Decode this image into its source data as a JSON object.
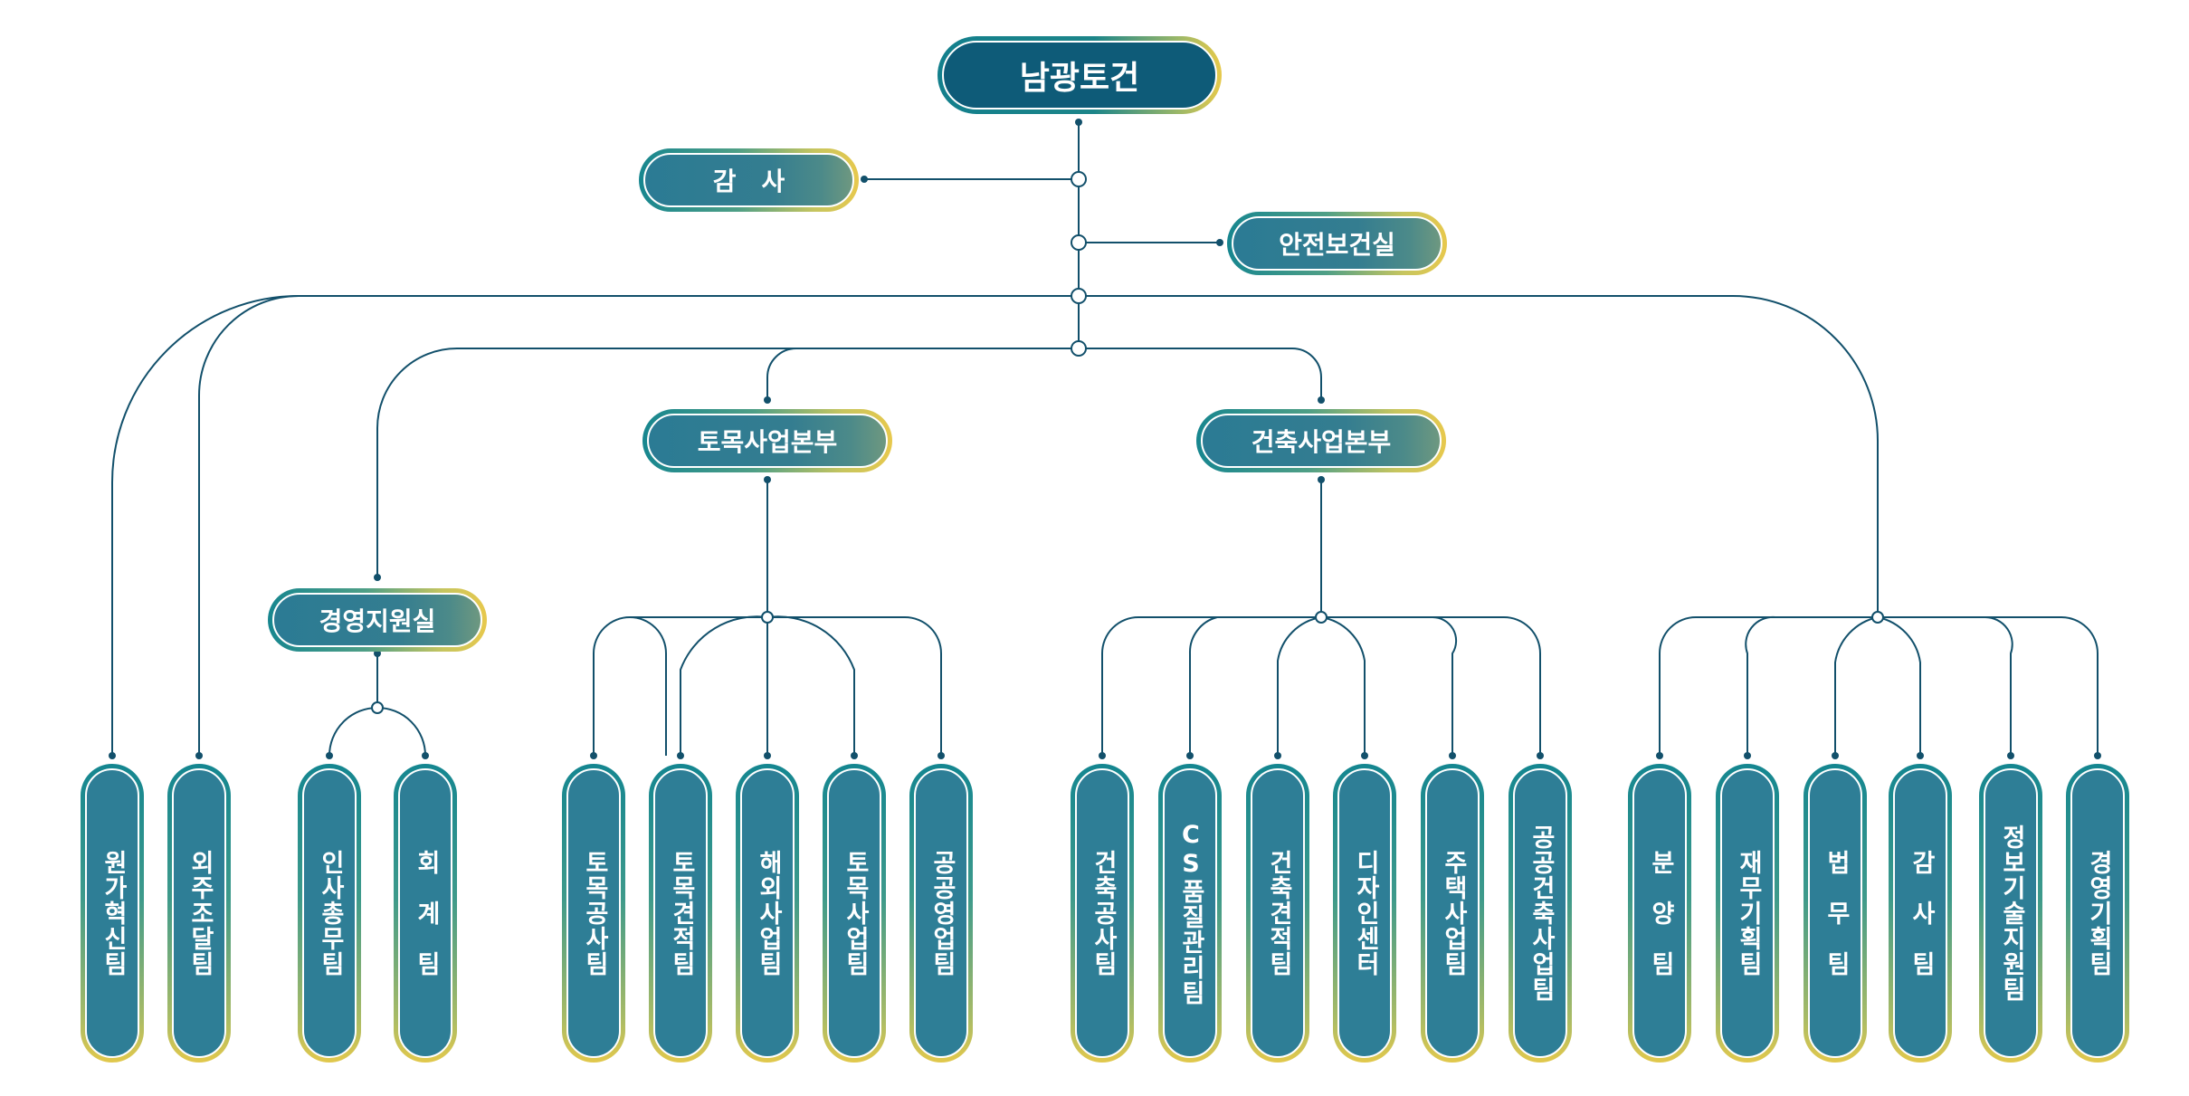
{
  "root": {
    "label": "남광토건"
  },
  "audit": {
    "label": "감　사"
  },
  "safety": {
    "label": "안전보건실"
  },
  "divisions": {
    "management": {
      "label": "경영지원실"
    },
    "civil": {
      "label": "토목사업본부"
    },
    "architecture": {
      "label": "건축사업본부"
    }
  },
  "teams": [
    {
      "id": "cost-innovation",
      "label": "원가혁신팀"
    },
    {
      "id": "outsourcing",
      "label": "외주조달팀"
    },
    {
      "id": "hr-general",
      "label": "인사총무팀"
    },
    {
      "id": "accounting",
      "label": "회　계　팀"
    },
    {
      "id": "civil-construction",
      "label": "토목공사팀"
    },
    {
      "id": "civil-estimate",
      "label": "토목견적팀"
    },
    {
      "id": "overseas",
      "label": "해외사업팀"
    },
    {
      "id": "civil-business",
      "label": "토목사업팀"
    },
    {
      "id": "public-sales",
      "label": "공공영업팀"
    },
    {
      "id": "arch-construction",
      "label": "건축공사팀"
    },
    {
      "id": "cs-quality",
      "label": "CS품질관리팀"
    },
    {
      "id": "arch-estimate",
      "label": "건축견적팀"
    },
    {
      "id": "design-center",
      "label": "디자인센터"
    },
    {
      "id": "housing",
      "label": "주택사업팀"
    },
    {
      "id": "public-arch",
      "label": "공공건축사업팀"
    },
    {
      "id": "sales",
      "label": "분　양　팀"
    },
    {
      "id": "finance-planning",
      "label": "재무기획팀"
    },
    {
      "id": "legal",
      "label": "법　무　팀"
    },
    {
      "id": "audit-team",
      "label": "감　사　팀"
    },
    {
      "id": "it-support",
      "label": "정보기술지원팀"
    },
    {
      "id": "mgmt-planning",
      "label": "경영기획팀"
    }
  ]
}
